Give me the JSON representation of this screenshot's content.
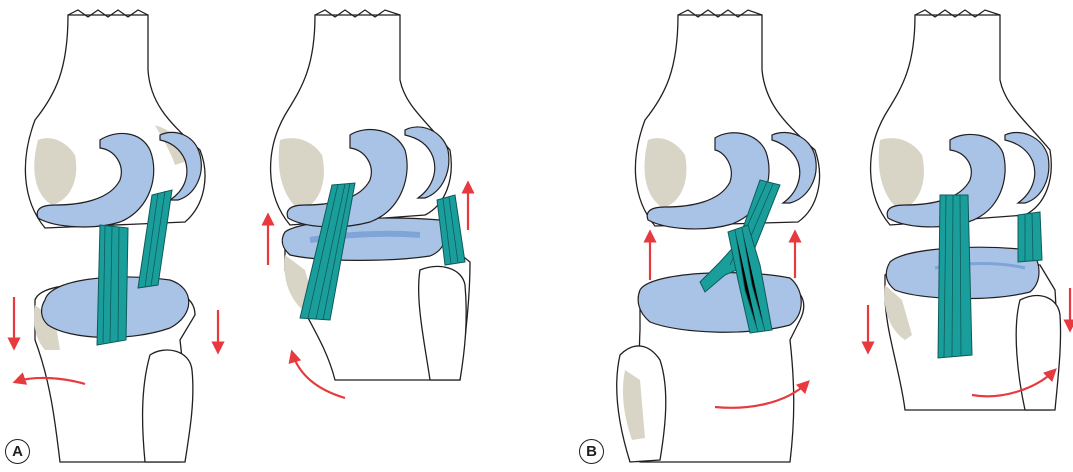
{
  "panels": [
    {
      "label": "A"
    },
    {
      "label": "B"
    }
  ],
  "colors": {
    "bone": "#ffffff",
    "bone_shade": "#d8d5c6",
    "outline": "#231f20",
    "cartilage": "#a9c3e6",
    "cartilage_dark": "#7fa5d8",
    "ligament": "#1a9e9c",
    "arrow": "#e8393f"
  },
  "icons": [
    "knee-joint-illustration",
    "rotation-arrow",
    "translation-arrow"
  ]
}
